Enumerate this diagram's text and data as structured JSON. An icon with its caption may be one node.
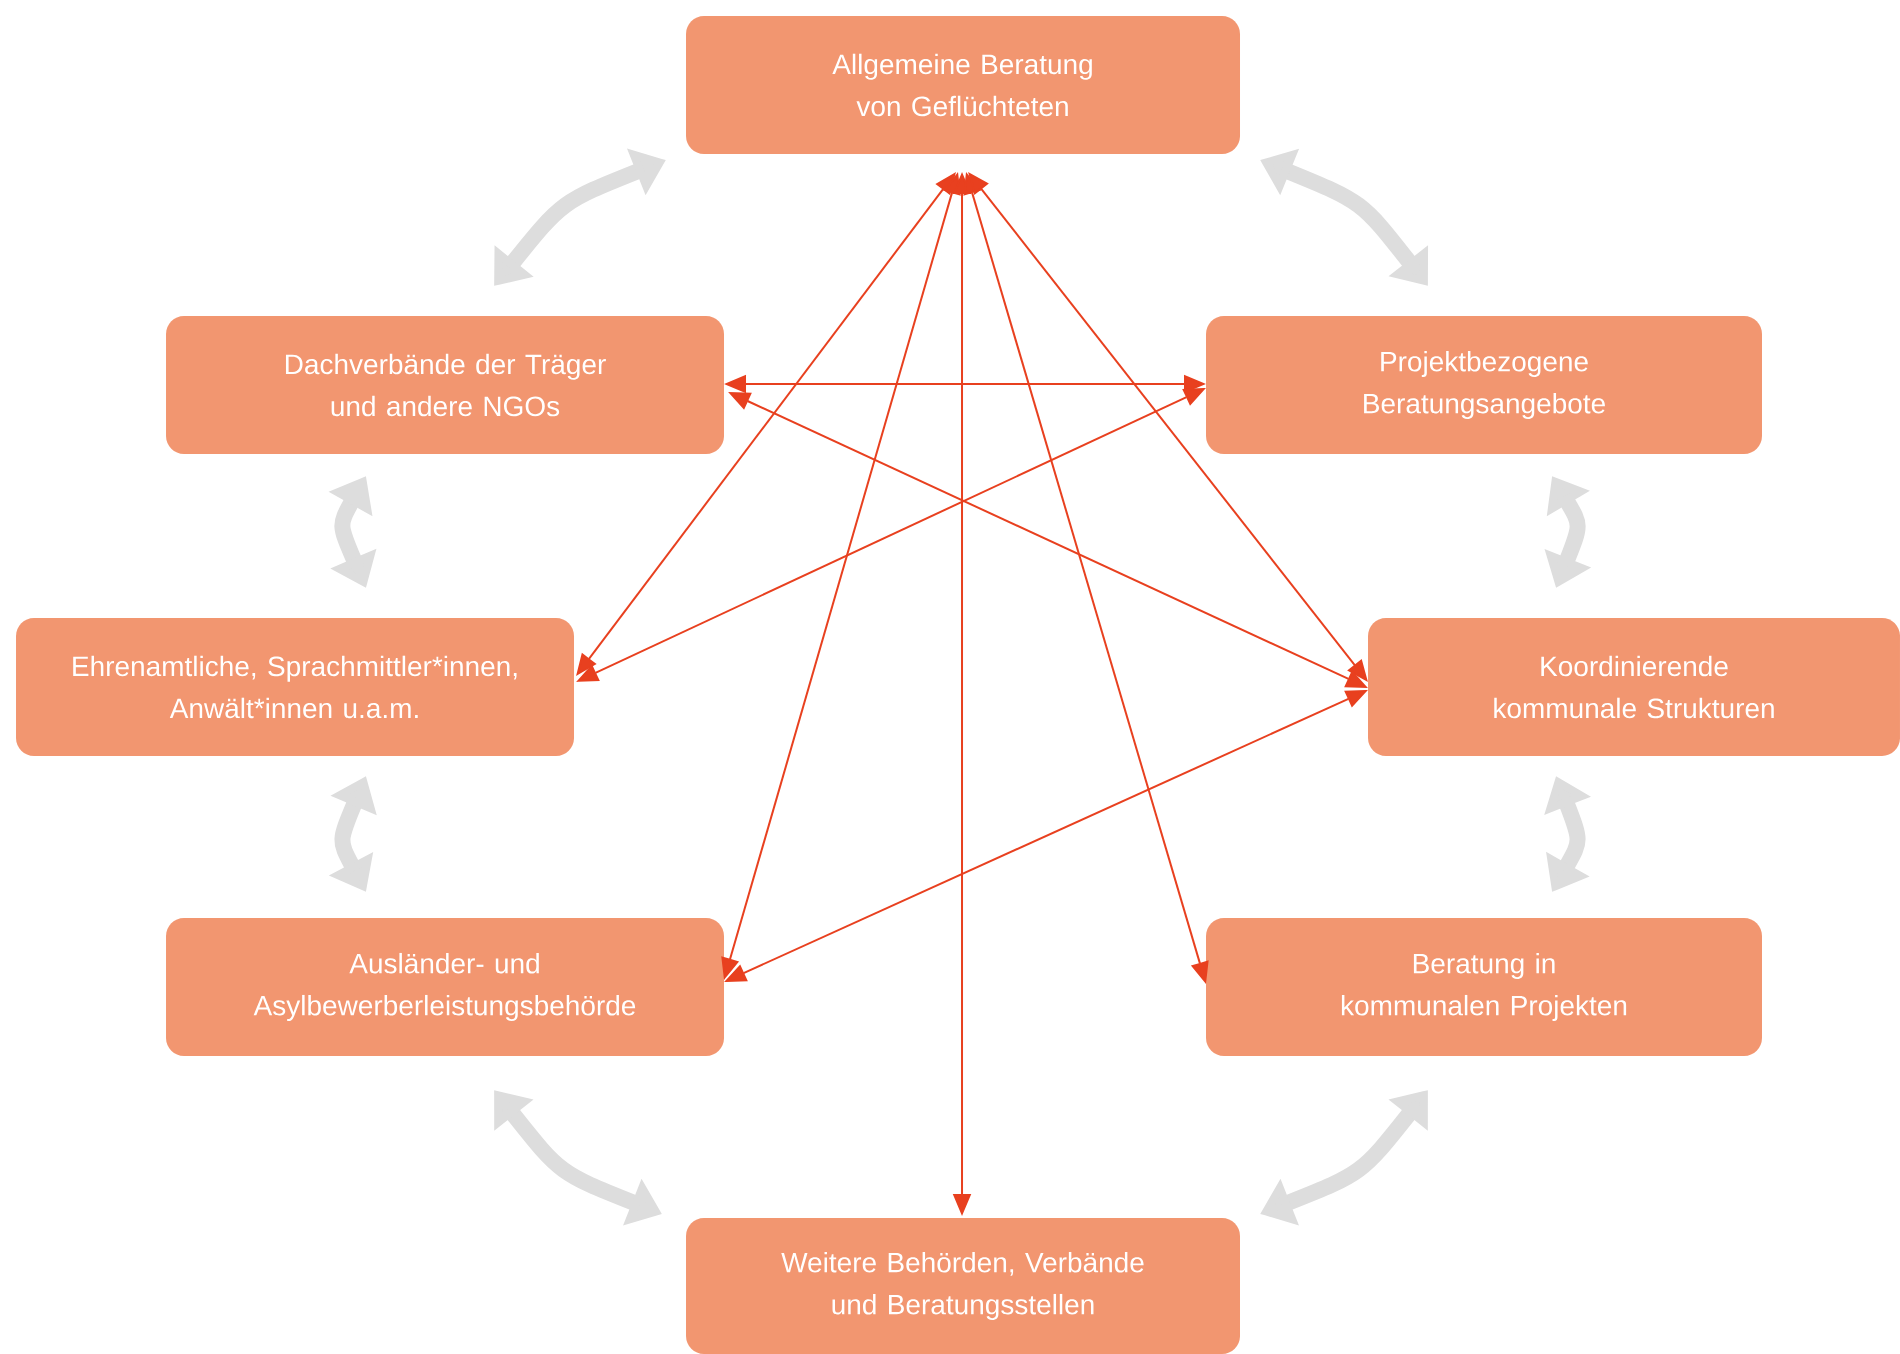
{
  "diagram": {
    "nodes": [
      {
        "text": [
          "Allgemeine Beratung von Geflüchteten"
        ]
      },
      {
        "text": [
          "Dachverbände der Träger und andere NGOs"
        ]
      },
      {
        "text": [
          "Projektbezogene Beratungsangebote"
        ]
      },
      {
        "text": [
          "Ehrenamtliche, Sprachmittler*innen, Anwält*innen u.a.m."
        ]
      },
      {
        "text": [
          "Koordinierende kommunale Strukturen"
        ]
      },
      {
        "text": [
          "Ausländer- und Asylbewerberleistungsbehörde"
        ]
      },
      {
        "text": [
          "Beratung in kommunalen Projekten"
        ]
      },
      {
        "text": [
          "Weitere Behörden, Verbände und Beratungsstellen"
        ]
      }
    ],
    "edges": [
      {
        "from": 0,
        "to": 3,
        "arrow": "both"
      },
      {
        "from": 0,
        "to": 5,
        "arrow": "both"
      },
      {
        "from": 0,
        "to": 7,
        "arrow": "both"
      },
      {
        "from": 0,
        "to": 6,
        "arrow": "both"
      },
      {
        "from": 0,
        "to": 4,
        "arrow": "both"
      },
      {
        "from": 1,
        "to": 2,
        "arrow": "both"
      },
      {
        "from": 1,
        "to": 4,
        "arrow": "both"
      },
      {
        "from": 2,
        "to": 3,
        "arrow": "both"
      },
      {
        "from": 4,
        "to": 5,
        "arrow": "both"
      },
      {
        "from": 0,
        "to": 1,
        "arrow": "both",
        "style": "thick",
        "color": "#dddddd"
      },
      {
        "from": 0,
        "to": 2,
        "arrow": "both",
        "style": "thick",
        "color": "#dddddd"
      },
      {
        "from": 1,
        "to": 3,
        "arrow": "both",
        "style": "thick",
        "color": "#dddddd"
      },
      {
        "from": 2,
        "to": 4,
        "arrow": "both",
        "style": "thick",
        "color": "#dddddd"
      },
      {
        "from": 3,
        "to": 5,
        "arrow": "both",
        "style": "thick",
        "color": "#dddddd"
      },
      {
        "from": 4,
        "to": 6,
        "arrow": "both",
        "style": "thick",
        "color": "#dddddd"
      },
      {
        "from": 5,
        "to": 7,
        "arrow": "both",
        "style": "thick",
        "color": "#dddddd"
      },
      {
        "from": 6,
        "to": 7,
        "arrow": "both",
        "style": "thick",
        "color": "#dddddd"
      }
    ]
  }
}
